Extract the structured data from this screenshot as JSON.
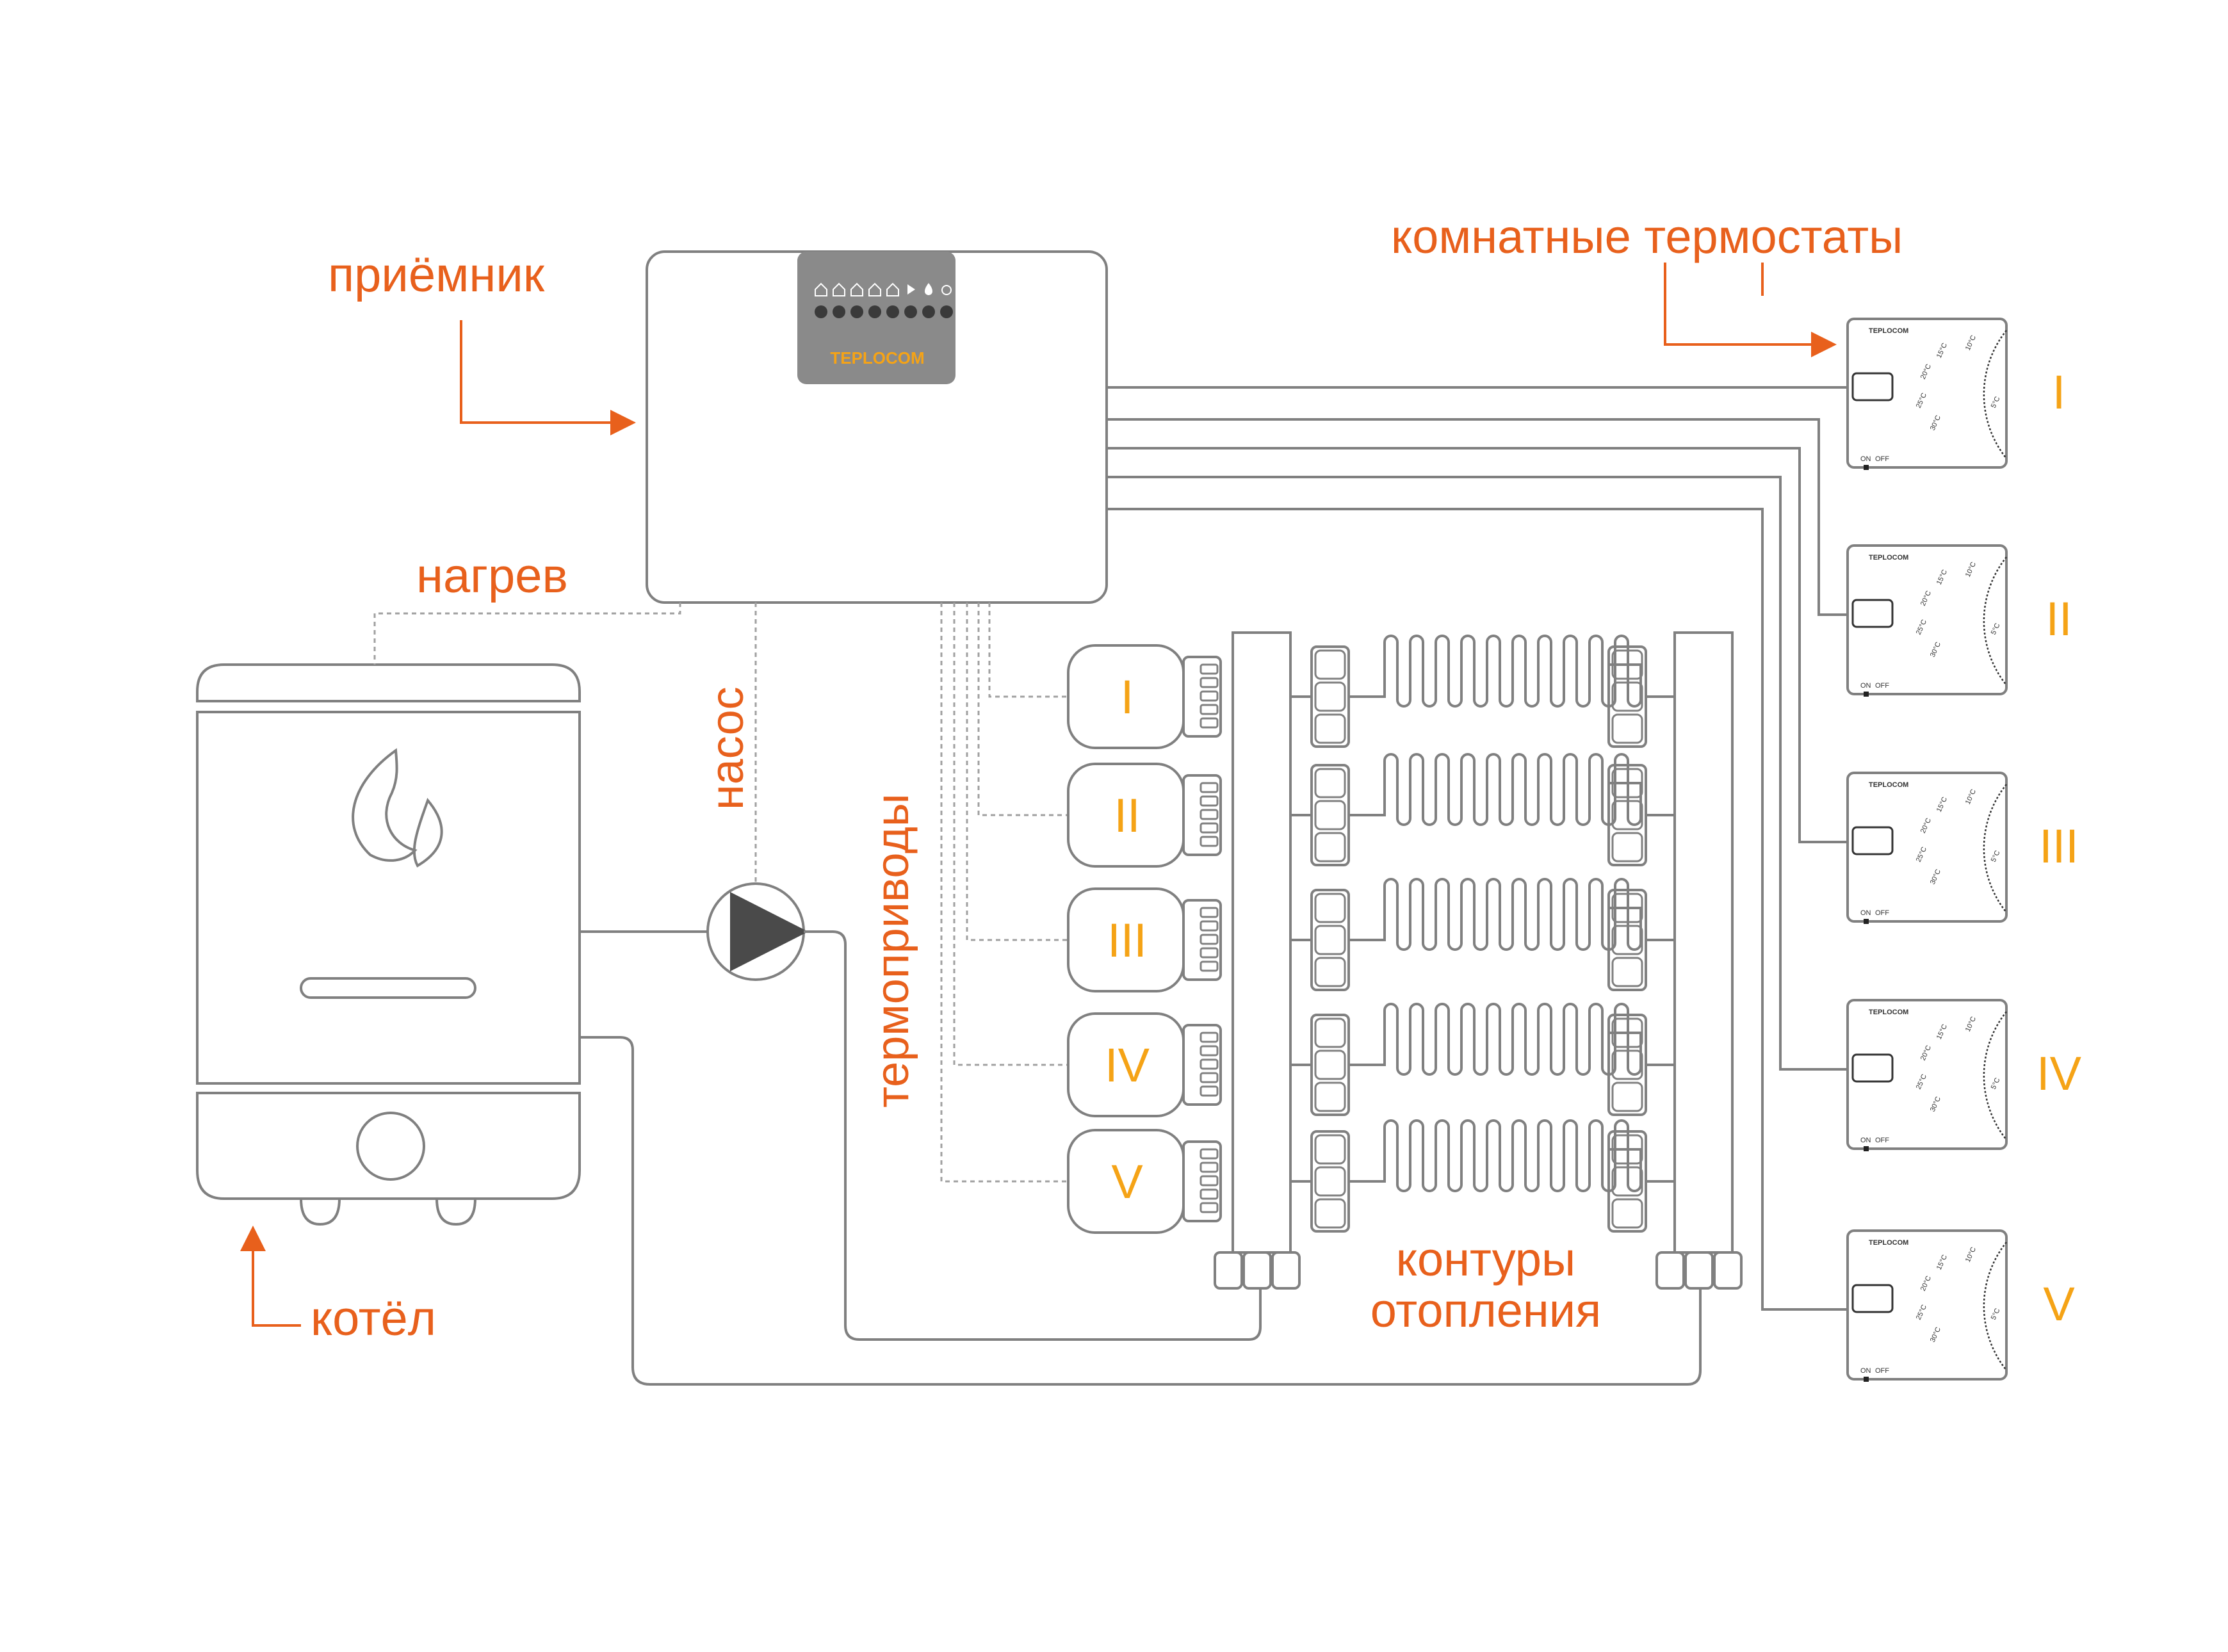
{
  "labels": {
    "receiver": "приёмник",
    "thermostats": "комнатные термостаты",
    "heating": "нагрев",
    "pump": "насос",
    "actuators": "термоприводы",
    "circuits_line1": "контуры",
    "circuits_line2": "отопления",
    "boiler": "котёл"
  },
  "receiver": {
    "brand": "TEPLOCOM"
  },
  "thermostat": {
    "brand": "TEPLOCOM",
    "scale": [
      "10°C",
      "15°C",
      "20°C",
      "25°C",
      "30°C",
      "5°C"
    ],
    "switch_on": "ON",
    "switch_off": "OFF"
  },
  "zones": [
    "I",
    "II",
    "III",
    "IV",
    "V"
  ],
  "colors": {
    "accent": "#e8601c",
    "zone_numerals": "#f5a316",
    "line": "#808080",
    "panel": "#8a8a8a"
  }
}
